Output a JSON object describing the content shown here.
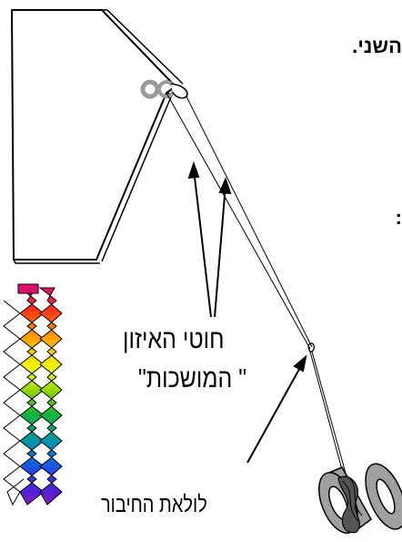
{
  "diagram": {
    "fragment_top": "השני.",
    "fragment_mid": ":",
    "label_bridle_lines": "חוטי האיזון",
    "label_pulling": "\"המושכות \"",
    "label_connection_loop": "לולאת החיבור",
    "colors": {
      "outline": "#000000",
      "ring": "#999999",
      "reel": "#999999",
      "tail": [
        "#e0116e",
        "#ff2a1e",
        "#ff7a00",
        "#ffc800",
        "#f2ff00",
        "#8ed400",
        "#12b53a",
        "#00a58a",
        "#007fd0",
        "#2a3fe8",
        "#5a1ed0",
        "#8a1ec0"
      ]
    },
    "icons": [
      "kite-sail",
      "rainbow-tail",
      "bridle-ring",
      "connection-loop",
      "line-reel"
    ]
  }
}
